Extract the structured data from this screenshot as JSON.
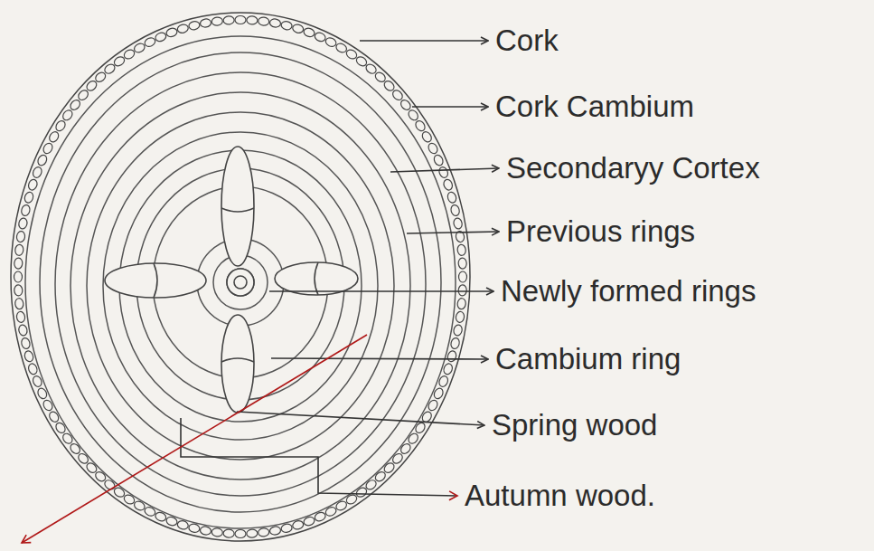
{
  "diagram": {
    "labels": [
      "Cork",
      "Cork Cambium",
      "Secondaryy Cortex",
      "Previous rings",
      "Newly formed rings",
      "Cambium ring",
      "Spring wood",
      "Autumn wood."
    ]
  }
}
